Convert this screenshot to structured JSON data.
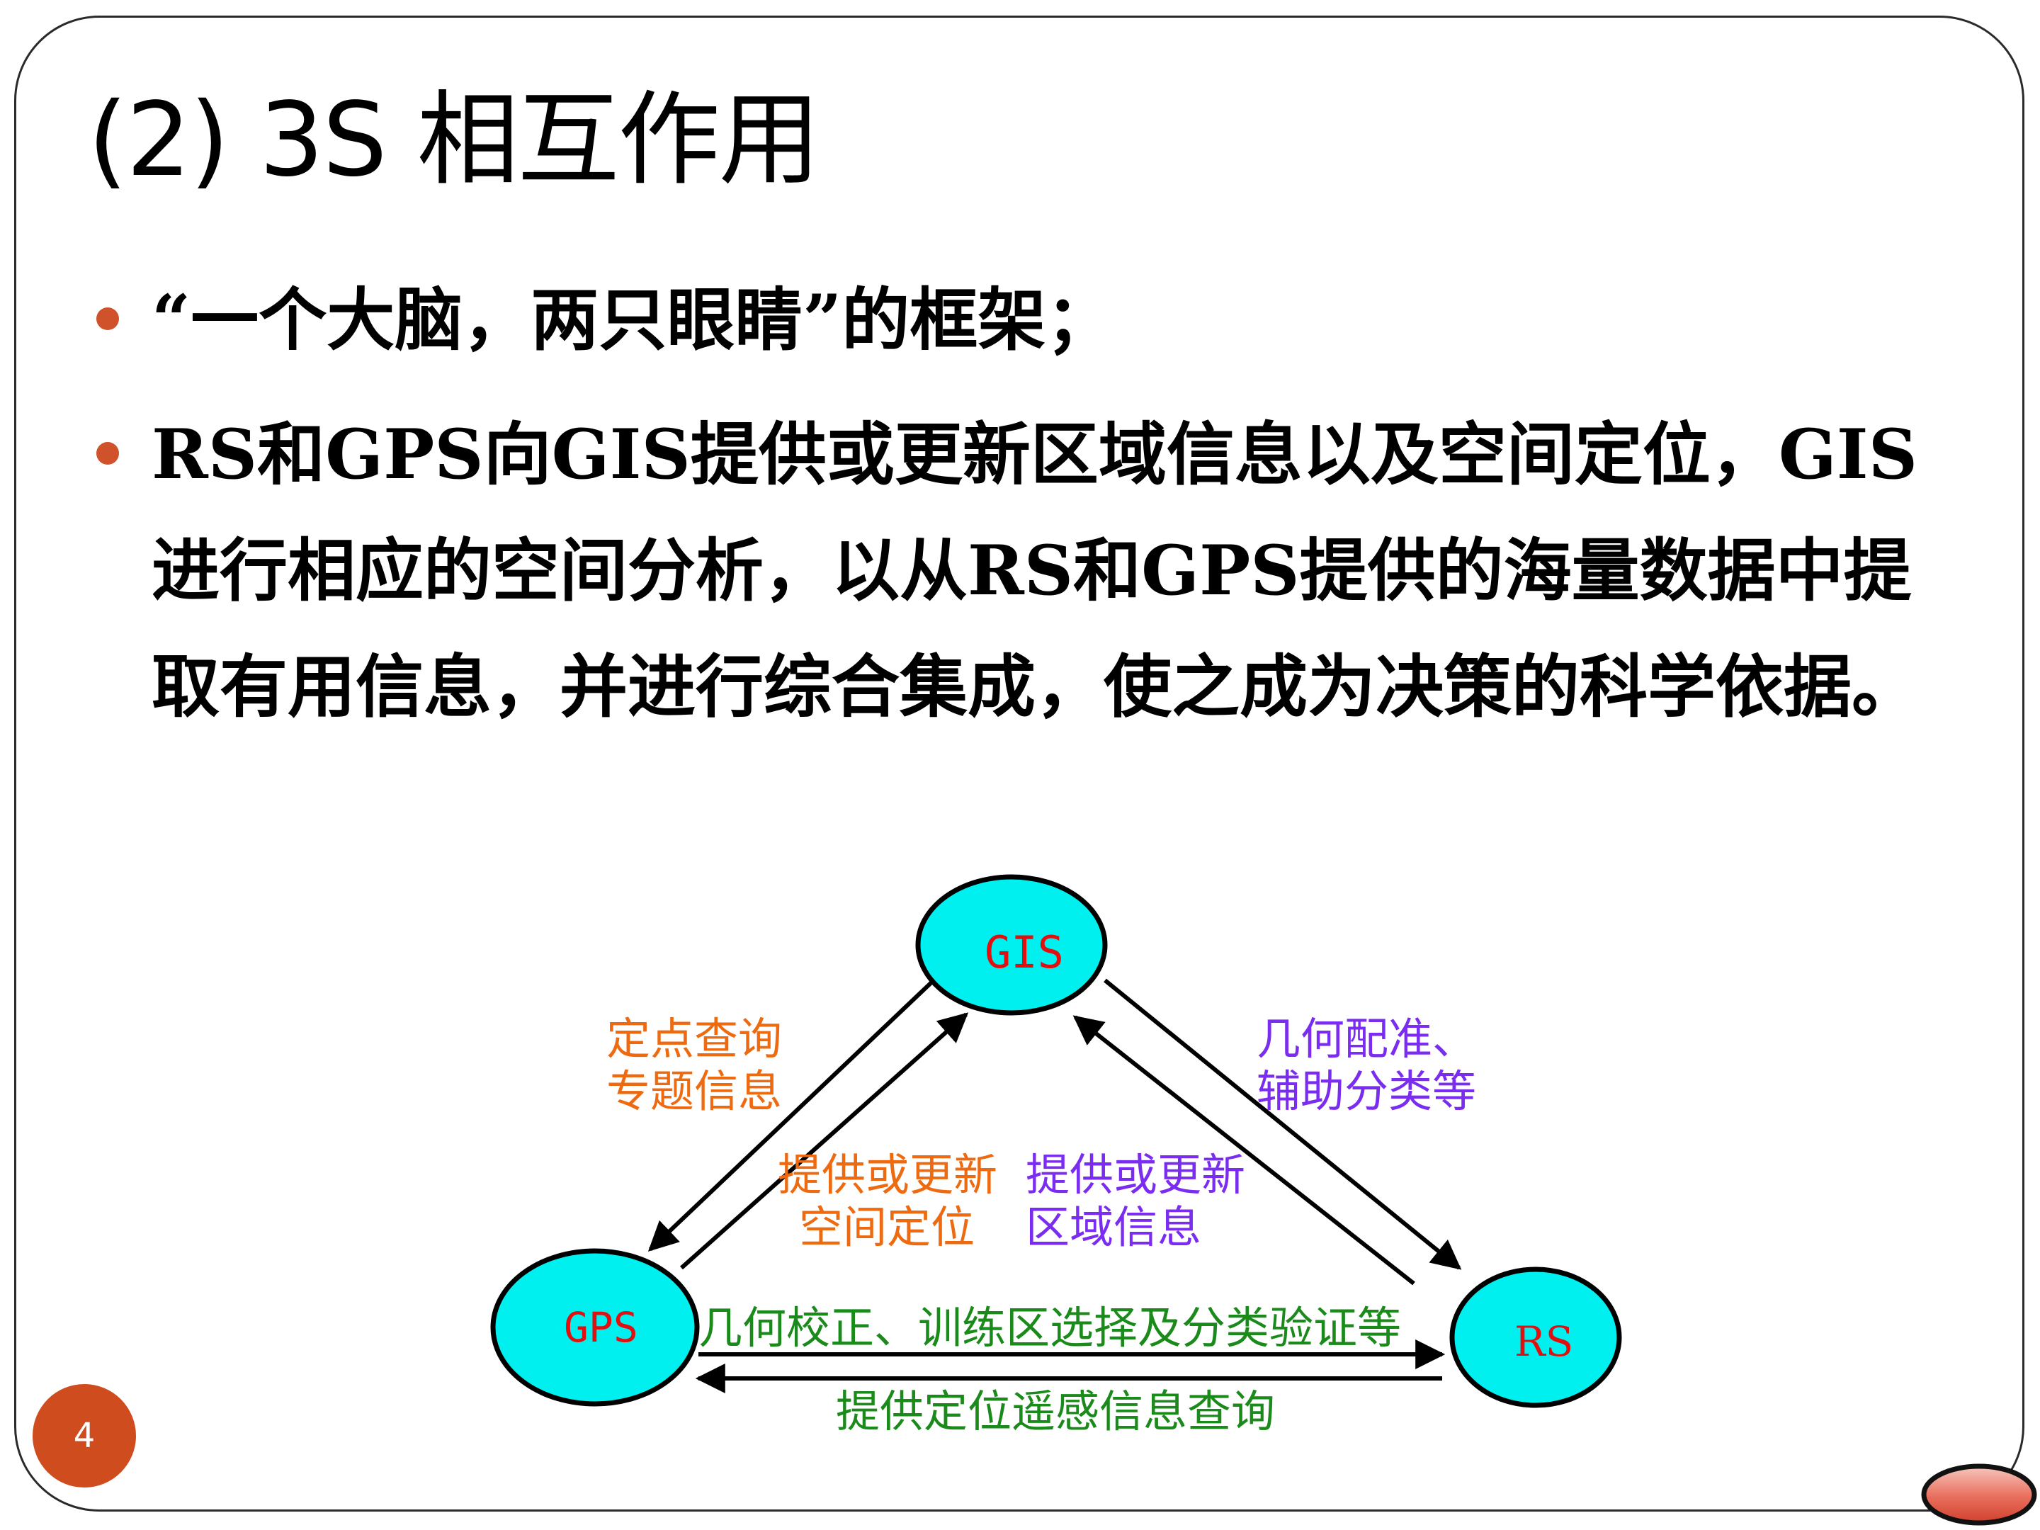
{
  "slide": {
    "title": "(2)  3S 相互作用",
    "page_number": "4"
  },
  "bullets": [
    "“一个大脑，两只眼睛”的框架；",
    "RS和GPS向GIS提供或更新区域信息以及空间定位，GIS进行相应的空间分析，以从RS和GPS提供的海量数据中提取有用信息，并进行综合集成，使之成为决策的科学依据。"
  ],
  "diagram": {
    "nodes": {
      "gis": "GIS",
      "gps": "GPS",
      "rs": "RS"
    },
    "labels": {
      "gis_to_gps_line1": "定点查询",
      "gis_to_gps_line2": "专题信息",
      "gps_to_gis_line1": "提供或更新",
      "gps_to_gis_line2": "空间定位",
      "rs_to_gis_line1": "提供或更新",
      "rs_to_gis_line2": "区域信息",
      "gis_to_rs_line1": "几何配准、",
      "gis_to_rs_line2": "辅助分类等",
      "gps_to_rs": "几何校正、训练区选择及分类验证等",
      "rs_to_gps": "提供定位遥感信息查询"
    },
    "colors": {
      "node_fill": "#00f0f0",
      "node_text": "#e01010",
      "gps_gis_labels": "#ee6a10",
      "gis_rs_labels": "#7a2cf0",
      "gps_rs_labels": "#1a8a1a",
      "bullet": "#d0522a",
      "badge": "#cf4c1f"
    }
  }
}
